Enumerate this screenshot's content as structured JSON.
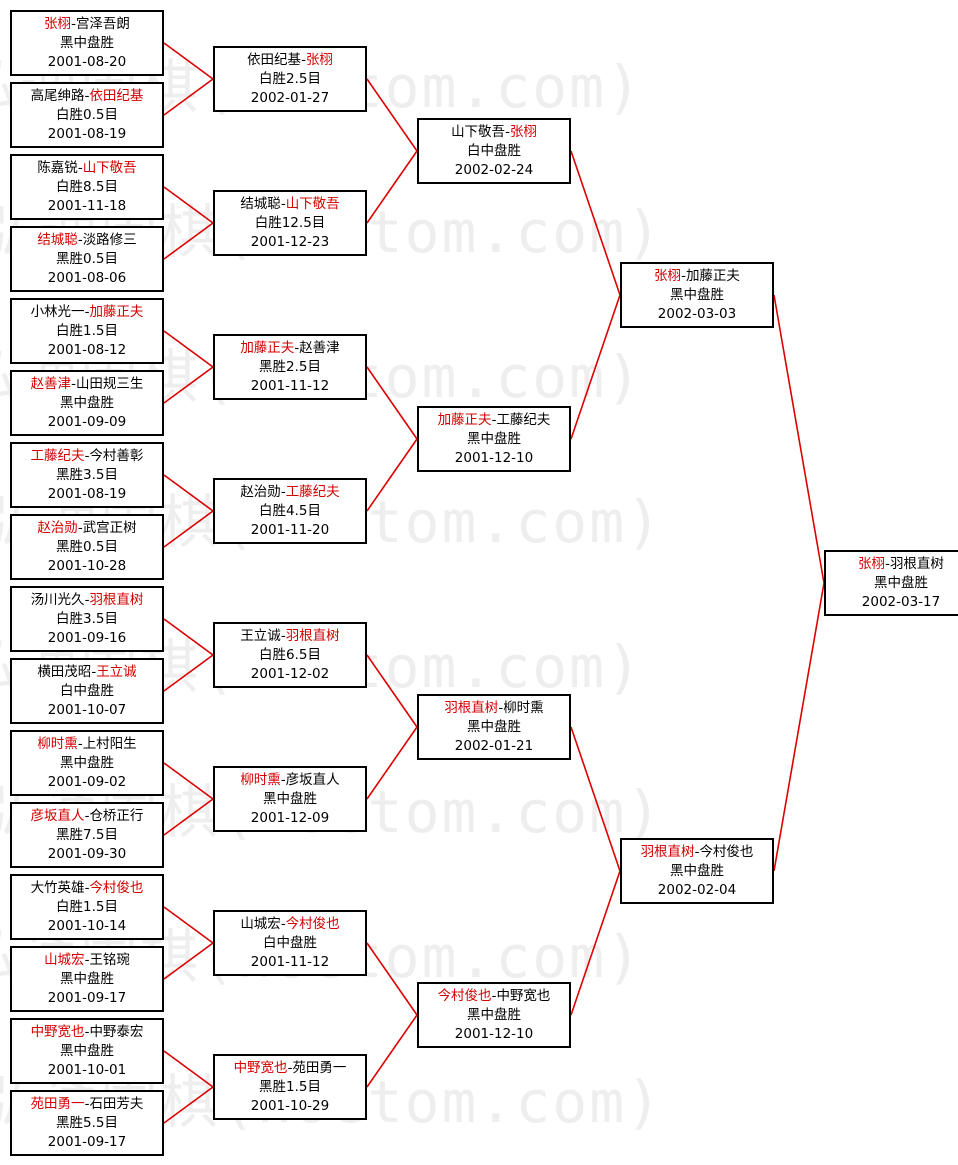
{
  "watermark": "弘通围棋(hoetom.com)",
  "colors": {
    "line": "#dd0000",
    "winner": "#d40000",
    "border": "#000000"
  },
  "rounds": [
    [
      {
        "p1": "张栩",
        "p2": "宫泽吾朗",
        "winner": 1,
        "result": "黑中盘胜",
        "date": "2001-08-20"
      },
      {
        "p1": "高尾绅路",
        "p2": "依田纪基",
        "winner": 2,
        "result": "白胜0.5目",
        "date": "2001-08-19"
      },
      {
        "p1": "陈嘉锐",
        "p2": "山下敬吾",
        "winner": 2,
        "result": "白胜8.5目",
        "date": "2001-11-18"
      },
      {
        "p1": "结城聪",
        "p2": "淡路修三",
        "winner": 1,
        "result": "黑胜0.5目",
        "date": "2001-08-06"
      },
      {
        "p1": "小林光一",
        "p2": "加藤正夫",
        "winner": 2,
        "result": "白胜1.5目",
        "date": "2001-08-12"
      },
      {
        "p1": "赵善津",
        "p2": "山田规三生",
        "winner": 1,
        "result": "黑中盘胜",
        "date": "2001-09-09"
      },
      {
        "p1": "工藤纪夫",
        "p2": "今村善彰",
        "winner": 1,
        "result": "黑胜3.5目",
        "date": "2001-08-19"
      },
      {
        "p1": "赵治勋",
        "p2": "武宫正树",
        "winner": 1,
        "result": "黑胜0.5目",
        "date": "2001-10-28"
      },
      {
        "p1": "汤川光久",
        "p2": "羽根直树",
        "winner": 2,
        "result": "白胜3.5目",
        "date": "2001-09-16"
      },
      {
        "p1": "横田茂昭",
        "p2": "王立诚",
        "winner": 2,
        "result": "白中盘胜",
        "date": "2001-10-07"
      },
      {
        "p1": "柳时熏",
        "p2": "上村阳生",
        "winner": 1,
        "result": "黑中盘胜",
        "date": "2001-09-02"
      },
      {
        "p1": "彦坂直人",
        "p2": "仓桥正行",
        "winner": 1,
        "result": "黑胜7.5目",
        "date": "2001-09-30"
      },
      {
        "p1": "大竹英雄",
        "p2": "今村俊也",
        "winner": 2,
        "result": "白胜1.5目",
        "date": "2001-10-14"
      },
      {
        "p1": "山城宏",
        "p2": "王铭琬",
        "winner": 1,
        "result": "黑中盘胜",
        "date": "2001-09-17"
      },
      {
        "p1": "中野宽也",
        "p2": "中野泰宏",
        "winner": 1,
        "result": "黑中盘胜",
        "date": "2001-10-01"
      },
      {
        "p1": "苑田勇一",
        "p2": "石田芳夫",
        "winner": 1,
        "result": "黑胜5.5目",
        "date": "2001-09-17"
      }
    ],
    [
      {
        "p1": "依田纪基",
        "p2": "张栩",
        "winner": 2,
        "result": "白胜2.5目",
        "date": "2002-01-27"
      },
      {
        "p1": "结城聪",
        "p2": "山下敬吾",
        "winner": 2,
        "result": "白胜12.5目",
        "date": "2001-12-23"
      },
      {
        "p1": "加藤正夫",
        "p2": "赵善津",
        "winner": 1,
        "result": "黑胜2.5目",
        "date": "2001-11-12"
      },
      {
        "p1": "赵治勋",
        "p2": "工藤纪夫",
        "winner": 2,
        "result": "白胜4.5目",
        "date": "2001-11-20"
      },
      {
        "p1": "王立诚",
        "p2": "羽根直树",
        "winner": 2,
        "result": "白胜6.5目",
        "date": "2001-12-02"
      },
      {
        "p1": "柳时熏",
        "p2": "彦坂直人",
        "winner": 1,
        "result": "黑中盘胜",
        "date": "2001-12-09"
      },
      {
        "p1": "山城宏",
        "p2": "今村俊也",
        "winner": 2,
        "result": "白中盘胜",
        "date": "2001-11-12"
      },
      {
        "p1": "中野宽也",
        "p2": "苑田勇一",
        "winner": 1,
        "result": "黑胜1.5目",
        "date": "2001-10-29"
      }
    ],
    [
      {
        "p1": "山下敬吾",
        "p2": "张栩",
        "winner": 2,
        "result": "白中盘胜",
        "date": "2002-02-24"
      },
      {
        "p1": "加藤正夫",
        "p2": "工藤纪夫",
        "winner": 1,
        "result": "黑中盘胜",
        "date": "2001-12-10"
      },
      {
        "p1": "羽根直树",
        "p2": "柳时熏",
        "winner": 1,
        "result": "黑中盘胜",
        "date": "2002-01-21"
      },
      {
        "p1": "今村俊也",
        "p2": "中野宽也",
        "winner": 1,
        "result": "黑中盘胜",
        "date": "2001-12-10"
      }
    ],
    [
      {
        "p1": "张栩",
        "p2": "加藤正夫",
        "winner": 1,
        "result": "黑中盘胜",
        "date": "2002-03-03"
      },
      {
        "p1": "羽根直树",
        "p2": "今村俊也",
        "winner": 1,
        "result": "黑中盘胜",
        "date": "2002-02-04"
      }
    ],
    [
      {
        "p1": "张栩",
        "p2": "羽根直树",
        "winner": 1,
        "result": "黑中盘胜",
        "date": "2002-03-17"
      }
    ]
  ]
}
